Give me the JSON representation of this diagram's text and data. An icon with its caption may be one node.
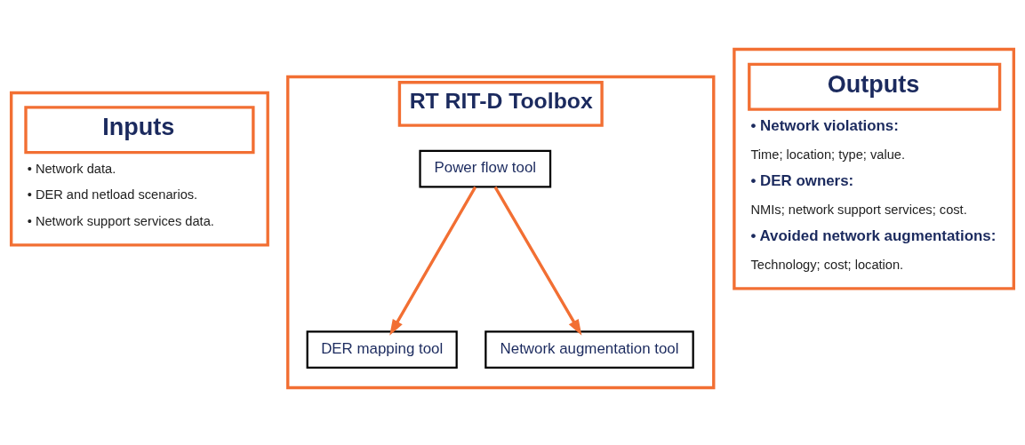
{
  "diagram": {
    "nodes": [
      {
        "text": [
          "Inputs",
          "• Network data.",
          "• DER and netload scenarios.",
          "• Network support services data."
        ]
      },
      {
        "text": [
          "RT RIT-D Toolbox"
        ]
      },
      {
        "text": [
          "Power flow tool"
        ],
        "in": 1
      },
      {
        "text": [
          "DER mapping tool"
        ],
        "in": 1
      },
      {
        "text": [
          "Network augmentation tool"
        ],
        "in": 1
      },
      {
        "text": [
          "Outputs",
          "• Network violations:",
          "Time; location; type; value.",
          "• DER owners:",
          "NMIs; network support services; cost.",
          "• Avoided network augmentations:",
          "Technology; cost; location."
        ]
      }
    ],
    "edges": [
      {
        "from": 2,
        "to": 3,
        "arrow": "to"
      },
      {
        "from": 2,
        "to": 4,
        "arrow": "to"
      }
    ]
  }
}
